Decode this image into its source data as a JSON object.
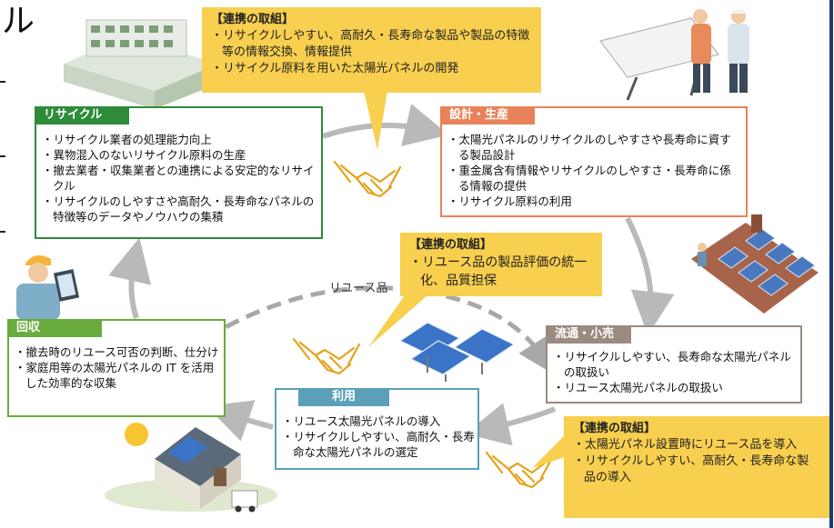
{
  "title_fragment": "ル",
  "colors": {
    "recycle": "#2e8b3a",
    "design": "#e8825a",
    "distribution": "#9a8a80",
    "use": "#5b9fb8",
    "collect": "#6aab3d",
    "callout": "#f8cf4e",
    "arrow": "#b9b9b9"
  },
  "reuse_label": "リユース品",
  "recycle": {
    "heading": "リサイクル",
    "items": [
      "リサイクル業者の処理能力向上",
      "異物混入のないリサイクル原料の生産",
      "撤去業者・収集業者との連携による安定的なリサイクル",
      "リサイクルのしやすさや高耐久・長寿命なパネルの特徴等のデータやノウハウの集積"
    ]
  },
  "design": {
    "heading": "設計・生産",
    "items": [
      "太陽光パネルのリサイクルのしやすさや長寿命に資する製品設計",
      "重金属含有情報やリサイクルのしやすさ・長寿命に係る情報の提供",
      "リサイクル原料の利用"
    ]
  },
  "distribution": {
    "heading": "流通・小売",
    "items": [
      "リサイクルしやすい、長寿命な太陽光パネルの取扱い",
      "リユース太陽光パネルの取扱い"
    ]
  },
  "use": {
    "heading": "利用",
    "items": [
      "リユース太陽光パネルの導入",
      "リサイクルしやすい、高耐久・長寿命な太陽光パネルの選定"
    ]
  },
  "collect": {
    "heading": "回収",
    "items": [
      "撤去時のリユース可否の判断、仕分け",
      "家庭用等の太陽光パネルの IT を活用した効率的な収集"
    ]
  },
  "callout_top": {
    "title": "【連携の取組】",
    "items": [
      "リサイクルしやすい、高耐久・長寿命な製品や製品の特徴等の情報交換、情報提供",
      "リサイクル原料を用いた太陽光パネルの開発"
    ]
  },
  "callout_mid": {
    "title": "【連携の取組】",
    "items": [
      "リユース品の製品評価の統一化、品質担保"
    ]
  },
  "callout_bottom": {
    "title": "【連携の取組】",
    "items": [
      "太陽光パネル設置時にリユース品を導入",
      "リサイクルしやすい、高耐久・長寿命な製品の導入"
    ]
  }
}
